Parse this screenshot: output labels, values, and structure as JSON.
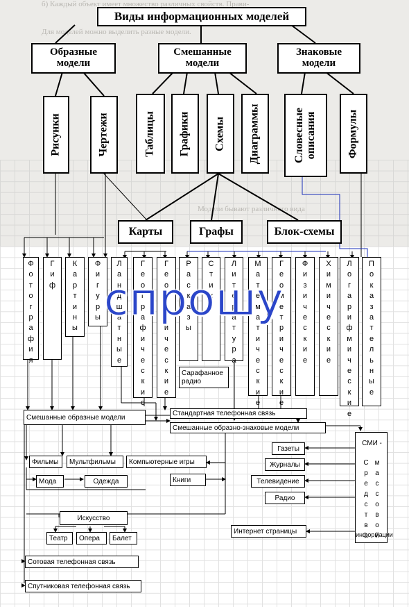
{
  "top": {
    "title": "Виды информационных моделей",
    "groups": [
      "Образные модели",
      "Смешанные модели",
      "Знаковые модели"
    ],
    "types": [
      "Рисунки",
      "Чертежи",
      "Таблицы",
      "Графики",
      "Схемы",
      "Диаграммы",
      "Словесные описания",
      "Формулы"
    ],
    "subtypes": [
      "Карты",
      "Графы",
      "Блок-схемы"
    ]
  },
  "columns": [
    "Фотография",
    "Гиф",
    "Картины",
    "Фигуры",
    "Ландшатные",
    "Географические",
    "Геологические",
    "Расказы",
    "Стихи",
    "Литература",
    "Математические",
    "Геометрические",
    "Физические",
    "Химические",
    "Логарифмические",
    "Показательные"
  ],
  "labels": {
    "radio": "Сарафанное радио",
    "standard_phone": "Стандартная телефонная связь",
    "mixed_figurative": "Смешанные образные модели",
    "mixed_fig_sign": "Смешанные образно-знаковые модели",
    "films": "Фильмы",
    "cartoons": "Мультфильмы",
    "games": "Компьютерные игры",
    "fashion": "Мода",
    "clothes": "Одежда",
    "books": "Книги",
    "art": "Искусство",
    "theatre": "Театр",
    "opera": "Опера",
    "ballet": "Балет",
    "cellular": "Сотовая телефонная связь",
    "satellite": "Спутниковая телефонная связь",
    "newspapers": "Газеты",
    "magazines": "Журналы",
    "television": "Телевидение",
    "radio2": "Радио",
    "internet": "Интернет страницы",
    "smi": "СМИ -",
    "smi_col1": "Средства",
    "smi_col2": "массовой",
    "smi_info": "информации"
  },
  "watermark": "спрошу"
}
